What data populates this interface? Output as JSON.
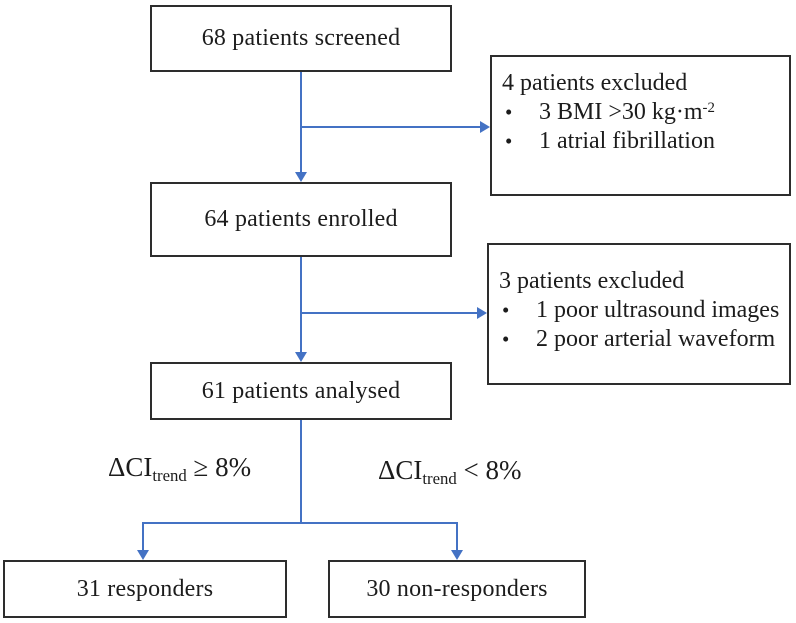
{
  "diagram": {
    "type": "patient-flow-diagram",
    "bullet_glyph": "•",
    "boxes": {
      "screened": "68 patients screened",
      "enrolled": "64 patients enrolled",
      "analysed": "61 patients analysed",
      "responders": "31 responders",
      "non_responders": "30 non-responders"
    },
    "exclusion1": {
      "header": "4 patients excluded",
      "bullets": [
        {
          "pre": "3 BMI >30 kg·m",
          "sup": "-2"
        },
        {
          "pre": "1 atrial fibrillation",
          "sup": ""
        }
      ]
    },
    "exclusion2": {
      "header": "3 patients excluded",
      "bullets": [
        {
          "pre": "1 poor ultrasound images",
          "sup": ""
        },
        {
          "pre": "2 poor arterial waveform",
          "sup": ""
        }
      ]
    },
    "branch_labels": {
      "left": {
        "base": "ΔCI",
        "sub": "trend",
        "rest": " ≥ 8%"
      },
      "right": {
        "base": "ΔCI",
        "sub": "trend",
        "rest": " < 8%"
      }
    },
    "colors": {
      "arrow": "#4472C4",
      "box_border": "#2d2d2d",
      "text": "#1c1c1c",
      "background": "#ffffff"
    }
  }
}
